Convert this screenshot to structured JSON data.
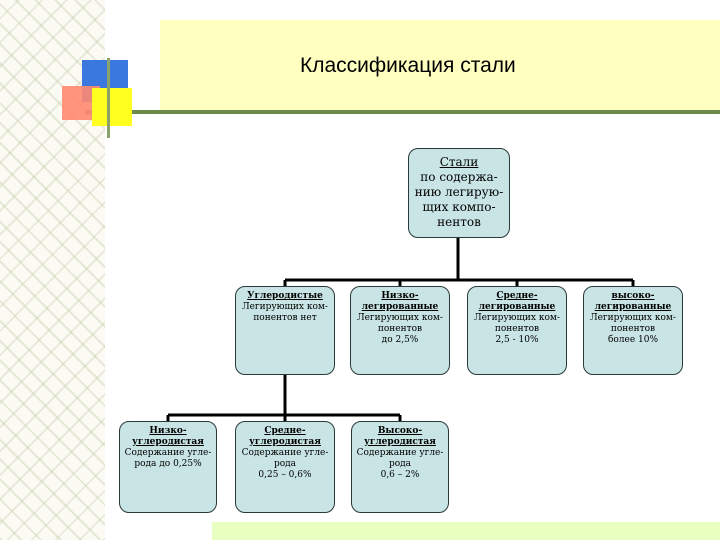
{
  "slide": {
    "title": "Классификация стали"
  },
  "diagram": {
    "root": {
      "head": "Стали",
      "body": "по содержа-\nнию легирую-\nщих компо-\nнентов"
    },
    "level1": [
      {
        "head": "Углеродистые",
        "body": "Легирующих ком-\nпонентов нет"
      },
      {
        "head": "Низко-\nлегированные",
        "body": "Легирующих ком-\nпонентов\nдо 2,5%"
      },
      {
        "head": "Средне-\nлегированные",
        "body": "Легирующих ком-\nпонентов\n2,5 - 10%"
      },
      {
        "head": "высоко-\nлегированные",
        "body": "Легирующих ком-\nпонентов\nболее 10%"
      }
    ],
    "level2": [
      {
        "head": "Низко-\nуглеродистая",
        "body": "Содержание угле-\nрода до 0,25%"
      },
      {
        "head": "Средне-\nуглеродистая",
        "body": "Содержание угле-\nрода\n0,25 – 0,6%"
      },
      {
        "head": "Высоко-\nуглеродистая",
        "body": "Содержание угле-\nрода\n0,6 – 2%"
      }
    ],
    "colors": {
      "node_fill": "#c8e4e4",
      "connector": "#000000",
      "title_band": "#ffffc0",
      "accent_blue": "#3a78e0",
      "accent_yellow": "#ffff20",
      "accent_red": "#ff8a70"
    }
  }
}
